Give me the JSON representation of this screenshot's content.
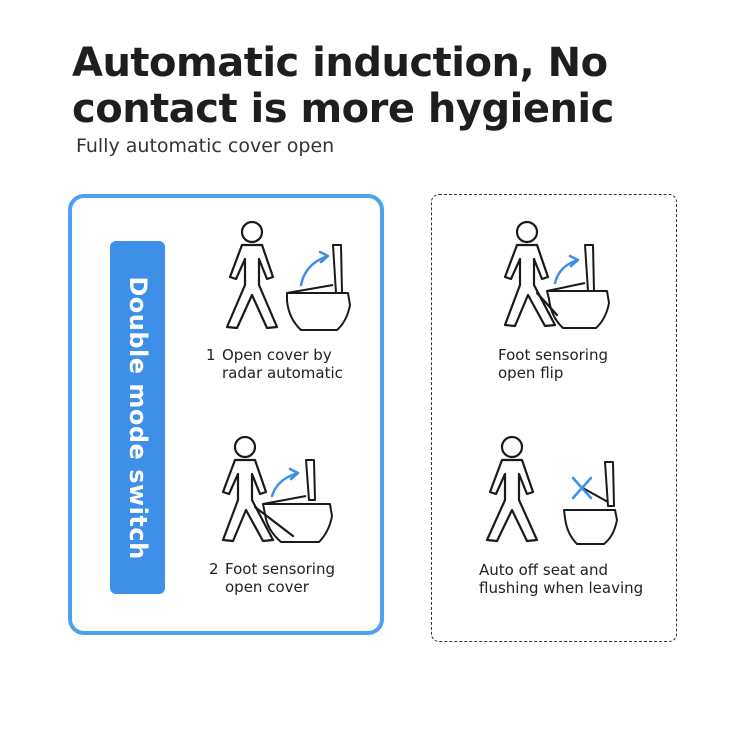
{
  "header": {
    "title": "Automatic induction, No contact is more hygienic",
    "subtitle": "Fully automatic cover open"
  },
  "mode_label": "Double mode switch",
  "modes": [
    {
      "number": "1",
      "line1": "Open cover by",
      "line2": "radar automatic"
    },
    {
      "number": "2",
      "line1": "Foot sensoring",
      "line2": "open cover"
    }
  ],
  "features": [
    {
      "line1": "Foot sensoring",
      "line2": "open flip"
    },
    {
      "line1": "Auto off seat and",
      "line2": "flushing when leaving"
    }
  ],
  "colors": {
    "accent_border": "#4aa3ee",
    "accent_fill": "#3d8fe8",
    "arrow_blue": "#3d8fe8",
    "cross_blue": "#3d8fe8"
  },
  "icons": [
    "walking-person-icon",
    "toilet-icon",
    "open-arrow-icon",
    "cross-icon"
  ]
}
